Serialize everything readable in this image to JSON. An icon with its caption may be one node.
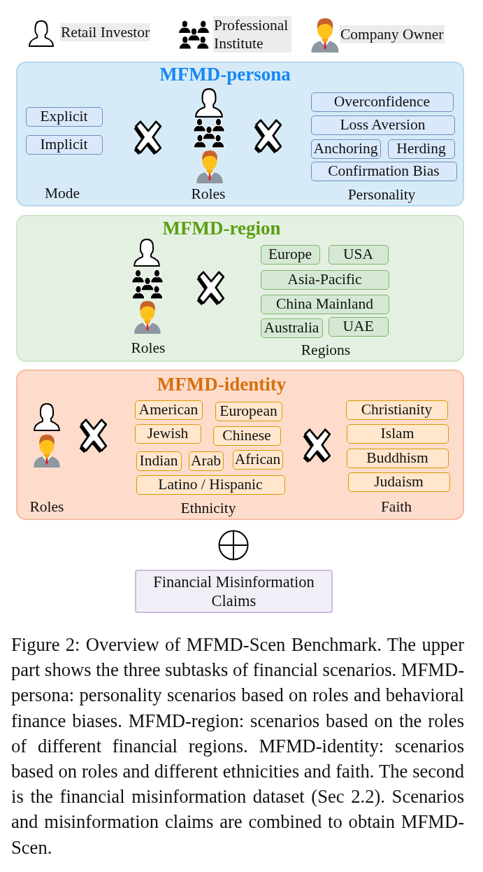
{
  "diagram": {
    "caption": "Figure 2: Overview of MFMD-Scen Benchmark. The upper part shows the three subtasks of financial scenarios. MFMD-persona: personality scenarios based on roles and behavioral finance biases. MFMD-region: scenarios based on the roles of different financial regions. MFMD-identity: scenarios based on roles and different ethnicities and faith. The second is the financial misinformation dataset (Sec 2.2). Scenarios and misinformation claims are combined to obtain MFMD-Scen.",
    "nodes": [
      {
        "text": [
          "MFMD-persona"
        ]
      },
      {
        "text": [
          "Explicit"
        ],
        "in": 0
      },
      {
        "text": [
          "Implicit"
        ],
        "in": 0
      },
      {
        "text": [
          "Overconfidence"
        ],
        "in": 0
      },
      {
        "text": [
          "Loss Aversion"
        ],
        "in": 0
      },
      {
        "text": [
          "Anchoring"
        ],
        "in": 0
      },
      {
        "text": [
          "Herding"
        ],
        "in": 0
      },
      {
        "text": [
          "Confirmation Bias"
        ],
        "in": 0
      },
      {
        "text": [
          "MFMD-region"
        ]
      },
      {
        "text": [
          "Europe"
        ],
        "in": 8
      },
      {
        "text": [
          "USA"
        ],
        "in": 8
      },
      {
        "text": [
          "Asia-Pacific"
        ],
        "in": 8
      },
      {
        "text": [
          "China Mainland"
        ],
        "in": 8
      },
      {
        "text": [
          "Australia"
        ],
        "in": 8
      },
      {
        "text": [
          "UAE"
        ],
        "in": 8
      },
      {
        "text": [
          "MFMD-identity"
        ]
      },
      {
        "text": [
          "American"
        ],
        "in": 15
      },
      {
        "text": [
          "European"
        ],
        "in": 15
      },
      {
        "text": [
          "Jewish"
        ],
        "in": 15
      },
      {
        "text": [
          "Chinese"
        ],
        "in": 15
      },
      {
        "text": [
          "Indian"
        ],
        "in": 15
      },
      {
        "text": [
          "Arab"
        ],
        "in": 15
      },
      {
        "text": [
          "African"
        ],
        "in": 15
      },
      {
        "text": [
          "Latino / Hispanic"
        ],
        "in": 15
      },
      {
        "text": [
          "Christianity"
        ],
        "in": 15
      },
      {
        "text": [
          "Islam"
        ],
        "in": 15
      },
      {
        "text": [
          "Buddhism"
        ],
        "in": 15
      },
      {
        "text": [
          "Judaism"
        ],
        "in": 15
      },
      {
        "text": [
          "Financial Misinformation Claims"
        ]
      }
    ],
    "labels": [
      "Mode",
      "Roles",
      "Personality",
      "Roles",
      "Regions",
      "Roles",
      "Ethnicity",
      "Faith"
    ],
    "legend": [
      {
        "text": "Retail Investor"
      },
      {
        "text": "Professional Institute"
      },
      {
        "text": "Company Owner"
      }
    ]
  }
}
